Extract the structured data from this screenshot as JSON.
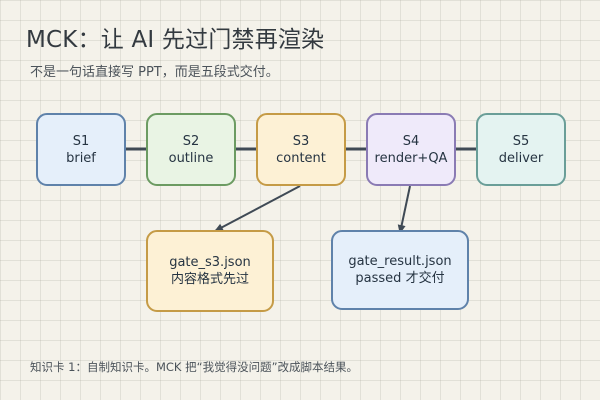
{
  "title": "MCK：让 AI 先过门禁再渲染",
  "subtitle": "不是一句话直接写 PPT，而是五段式交付。",
  "stages": [
    {
      "code": "S1",
      "label": "brief"
    },
    {
      "code": "S2",
      "label": "outline"
    },
    {
      "code": "S3",
      "label": "content"
    },
    {
      "code": "S4",
      "label": "render+QA"
    },
    {
      "code": "S5",
      "label": "deliver"
    }
  ],
  "gates": {
    "s3": {
      "file": "gate_s3.json",
      "note": "内容格式先过"
    },
    "result": {
      "file": "gate_result.json",
      "note": "passed 才交付"
    }
  },
  "footnote": "知识卡 1：自制知识卡。MCK 把“我觉得没问题”改成脚本结果。",
  "colors": {
    "connector": "#3f4a55",
    "background": "#f4f2ea"
  }
}
